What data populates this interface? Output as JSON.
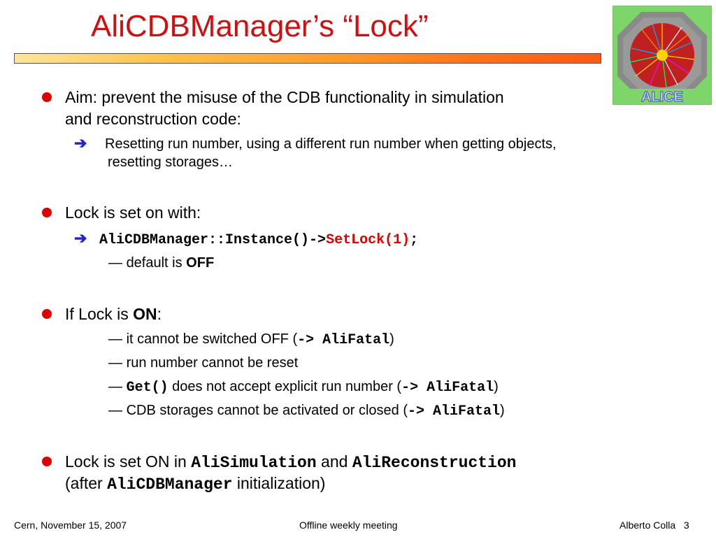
{
  "title": "AliCDBManager’s “Lock”",
  "logo_text": "ALICE",
  "bullets": {
    "aim": {
      "line1": "Aim: prevent the misuse of the CDB functionality in simulation",
      "line2": "and reconstruction code:",
      "sub_arrow": "➔",
      "sub_line1": "Resetting run number, using a different run number when getting objects,",
      "sub_line2": "resetting storages…"
    },
    "lock_set": {
      "text": "Lock is set on with:",
      "arrow": "➔",
      "code_prefix": "AliCDBManager::Instance()->",
      "code_call": "SetLock(1)",
      "code_suffix": ";",
      "dash": "—",
      "default_text": "default is ",
      "default_value": "OFF"
    },
    "if_lock": {
      "text_prefix": "If Lock is ",
      "text_value": "ON",
      "text_suffix": ":",
      "items": [
        {
          "dash": "—",
          "pre": "it cannot be switched OFF (",
          "code": "-> AliFatal",
          "post": ")"
        },
        {
          "dash": "—",
          "pre": "run number cannot be reset"
        },
        {
          "dash": "—",
          "code_first": "Get()",
          "pre": " does not accept explicit run number (",
          "code": "-> AliFatal",
          "post": ")"
        },
        {
          "dash": "—",
          "pre": "CDB storages cannot be activated or closed (",
          "code": "-> AliFatal",
          "post": ")"
        }
      ]
    },
    "lock_on_in": {
      "pre": "Lock is set ON in ",
      "code1": "AliSimulation",
      "mid": " and ",
      "code2": "AliReconstruction",
      "line2_pre": "(after ",
      "line2_code": "AliCDBManager",
      "line2_post": " initialization)"
    }
  },
  "footer": {
    "left": "Cern, November 15, 2007",
    "center": "Offline weekly meeting",
    "right_name": "Alberto Colla",
    "right_page": "3"
  },
  "colors": {
    "title": "#d01010",
    "bullet": "#e00000",
    "arrow": "#2222cc",
    "logo_bg": "#7ed66a"
  }
}
